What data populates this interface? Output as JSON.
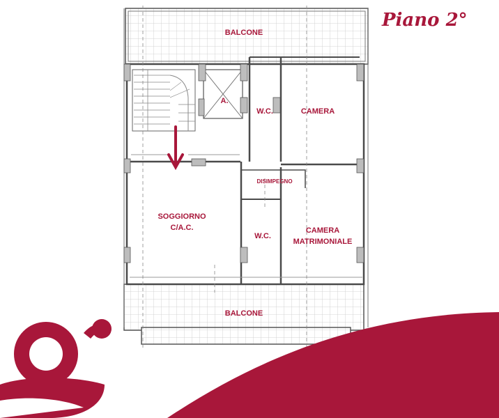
{
  "title": "Piano 2°",
  "brand": {
    "color": "#a8173a"
  },
  "rooms": {
    "balcony_top": "BALCONE",
    "storage": "A.",
    "wc_top": "W.C.",
    "bedroom": "CAMERA",
    "hallway": "DISIMPEGNO",
    "living_line1": "SOGGIORNO",
    "living_line2": "C/A.C.",
    "wc_bottom": "W.C.",
    "master_line1": "CAMERA",
    "master_line2": "MATRIMONIALE",
    "balcony_bottom": "BALCONE"
  },
  "icons": {
    "entrance": "down-arrow-icon",
    "logo": "letter-g-logo"
  }
}
